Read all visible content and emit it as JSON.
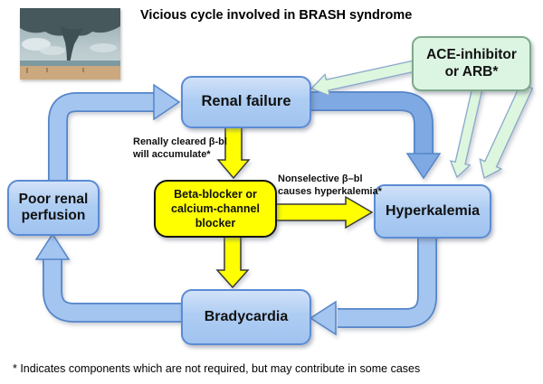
{
  "title": "Vicious cycle involved in BRASH syndrome",
  "nodes": {
    "renal_failure": {
      "label": "Renal failure"
    },
    "poor_renal_perfusion": {
      "label": "Poor renal\nperfusion"
    },
    "beta_blocker": {
      "label": "Beta-blocker or\ncalcium-channel\nblocker"
    },
    "hyperkalemia": {
      "label": "Hyperkalemia"
    },
    "bradycardia": {
      "label": "Bradycardia"
    },
    "ace_inhibitor": {
      "label": "ACE-inhibitor\nor ARB*"
    }
  },
  "annotations": {
    "renally_cleared": "Renally cleared β-bl\nwill accumulate*",
    "nonselective": "Nonselective β–bl\ncauses hyperkalemia*",
    "footnote": "* Indicates components which are not required, but may contribute in some cases"
  },
  "icons": {
    "tornado_image": "tornado-photo"
  },
  "colors": {
    "node_blue_fill": "#aecdf3",
    "node_blue_border": "#5b8bd5",
    "node_yellow_fill": "#ffff00",
    "node_yellow_border": "#141414",
    "node_green_fill": "#dcf5e2",
    "node_green_border": "#7fa98c",
    "arrow_blue_fill": "#a3c5f0",
    "arrow_blue_strong": "#7fa9e2",
    "arrow_blue_border": "#5585c8",
    "arrow_yellow_fill": "#ffff00",
    "arrow_yellow_border": "#3a3a3a",
    "arrow_green_fill": "#ddf6de",
    "arrow_green_border": "#8aa8cc",
    "text": "#000000"
  }
}
